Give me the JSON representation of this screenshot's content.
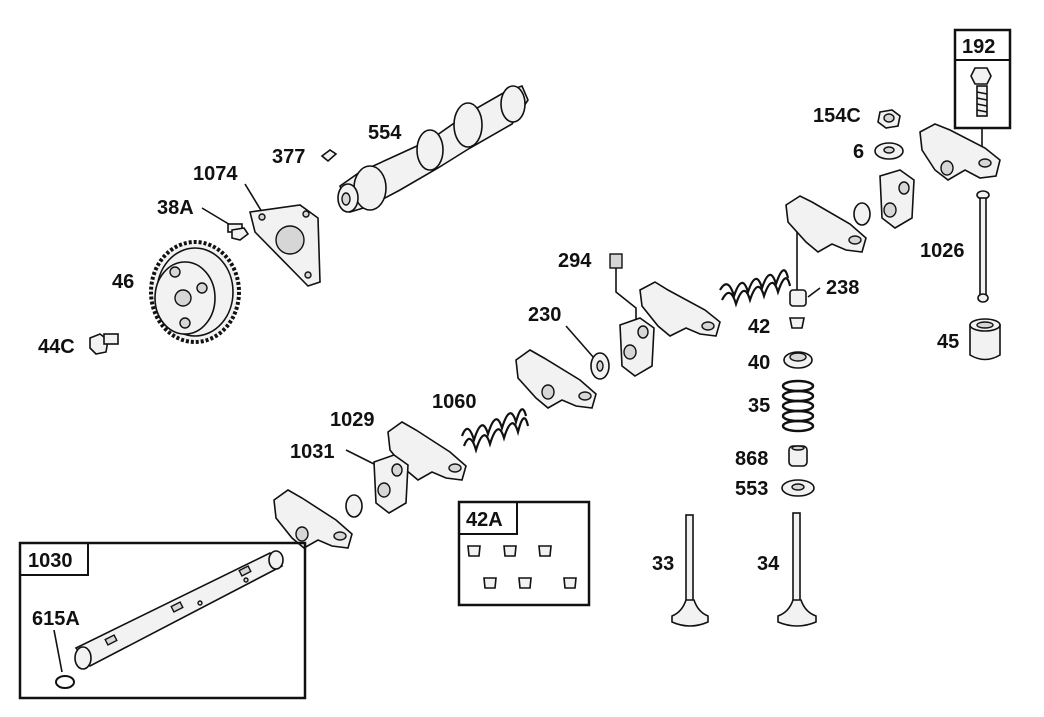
{
  "part_labels": {
    "p192": "192",
    "p154C": "154C",
    "p6": "6",
    "p1026": "1026",
    "p45": "45",
    "p554": "554",
    "p377": "377",
    "p1074": "1074",
    "p38A": "38A",
    "p46": "46",
    "p44C": "44C",
    "p294": "294",
    "p238": "238",
    "p230": "230",
    "p42": "42",
    "p40": "40",
    "p35": "35",
    "p1060": "1060",
    "p1029": "1029",
    "p1031": "1031",
    "p868": "868",
    "p553": "553",
    "p42A": "42A",
    "p33": "33",
    "p34": "34",
    "p1030": "1030",
    "p615A": "615A"
  }
}
